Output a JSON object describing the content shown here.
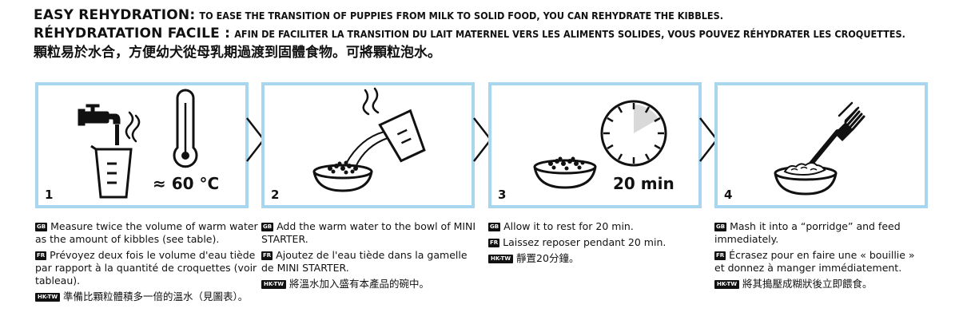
{
  "header": {
    "en_bold": "EASY REHYDRATION:",
    "en_text": "TO EASE THE TRANSITION OF PUPPIES FROM MILK TO SOLID FOOD, YOU CAN REHYDRATE THE KIBBLES.",
    "fr_bold": "RÉHYDRATATION FACILE :",
    "fr_text": "AFIN DE FACILITER LA TRANSITION DU LAIT MATERNEL VERS LES ALIMENTS SOLIDES, VOUS POUVEZ RÉHYDRATER LES CROQUETTES.",
    "zh": "顆粒易於水合，方便幼犬從母乳期過渡到固體食物。可將顆粒泡水。"
  },
  "badges": {
    "gb": "GB",
    "fr": "FR",
    "hk": "HK-TW"
  },
  "steps": [
    {
      "number": "1",
      "label": "≈ 60 °C",
      "gb": "Measure twice the volume of warm water as the amount of kibbles (see table).",
      "fr": "Prévoyez deux fois le volume d'eau tiède par rapport à la quantité de croquettes (voir tableau).",
      "zh": "準備比顆粒體積多一倍的溫水（見圖表）。"
    },
    {
      "number": "2",
      "gb": "Add the warm water to the bowl of MINI STARTER.",
      "fr": "Ajoutez de l'eau tiède dans la gamelle de MINI STARTER.",
      "zh": "將溫水加入盛有本產品的碗中。"
    },
    {
      "number": "3",
      "label": "20 min",
      "gb": "Allow it to rest for 20 min.",
      "fr": "Laissez reposer pendant 20 min.",
      "zh": "靜置20分鐘。"
    },
    {
      "number": "4",
      "gb": "Mash it into a “porridge” and feed immediately.",
      "fr": "Écrasez pour en faire une « bouillie » et donnez à manger immédiatement.",
      "zh": "將其搗壓成糊狀後立即餵食。"
    }
  ],
  "colors": {
    "frame": "#a9d6ef",
    "ink": "#111111",
    "clock_shade": "#d9d9d9"
  },
  "icons": [
    "tap-icon",
    "measuring-cup-icon",
    "thermometer-icon",
    "steam-icon",
    "bowl-of-kibbles-icon",
    "pouring-cup-icon",
    "clock-icon",
    "fork-icon",
    "chevron-right-icon"
  ]
}
